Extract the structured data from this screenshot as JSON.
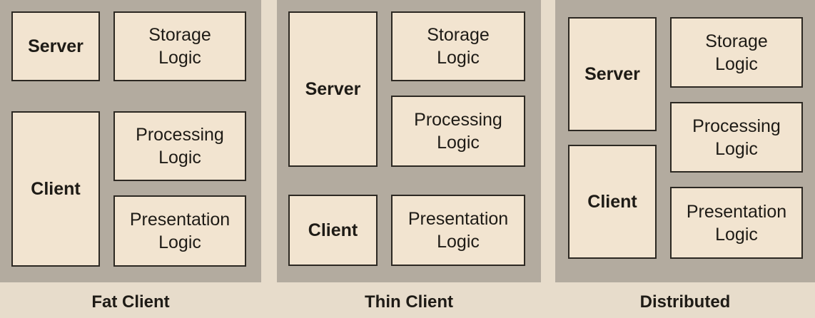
{
  "columns": [
    {
      "caption": "Fat Client",
      "server": "Server",
      "client": "Client",
      "storage": [
        "Storage",
        "Logic"
      ],
      "processing": [
        "Processing",
        "Logic"
      ],
      "presentation": [
        "Presentation",
        "Logic"
      ]
    },
    {
      "caption": "Thin Client",
      "server": "Server",
      "client": "Client",
      "storage": [
        "Storage",
        "Logic"
      ],
      "processing": [
        "Processing",
        "Logic"
      ],
      "presentation": [
        "Presentation",
        "Logic"
      ]
    },
    {
      "caption": "Distributed",
      "server": "Server",
      "client": "Client",
      "storage": [
        "Storage",
        "Logic"
      ],
      "processing": [
        "Processing",
        "Logic"
      ],
      "presentation": [
        "Presentation",
        "Logic"
      ]
    }
  ],
  "colors": {
    "background": "#e7dccb",
    "panel": "#b3ab9f",
    "box_fill": "#f2e4d0",
    "box_border": "#2c2822",
    "text": "#1e1b16"
  }
}
